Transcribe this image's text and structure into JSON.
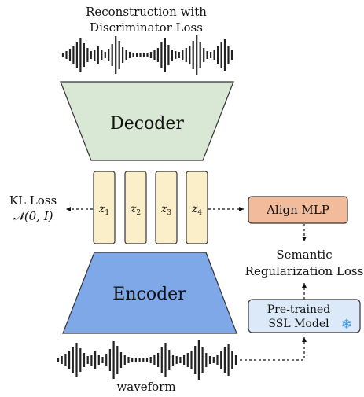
{
  "top_caption": [
    "Reconstruction with",
    "Discriminator Loss"
  ],
  "decoder": {
    "label": "Decoder",
    "fill": "#d8e8d5"
  },
  "encoder": {
    "label": "Encoder",
    "fill": "#7ea8e8"
  },
  "latents": {
    "fill": "#fbefc9",
    "items": [
      {
        "base": "z",
        "sub": "1"
      },
      {
        "base": "z",
        "sub": "2"
      },
      {
        "base": "z",
        "sub": "3"
      },
      {
        "base": "z",
        "sub": "4"
      }
    ]
  },
  "kl_loss": {
    "line1": "KL Loss",
    "line2": "𝒩(0, I)"
  },
  "align_mlp": {
    "label": "Align MLP",
    "fill": "#f2bb9c"
  },
  "semantic_loss": [
    "Semantic",
    "Regularization Loss"
  ],
  "ssl_model": {
    "line1": "Pre-trained",
    "line2": "SSL Model",
    "fill": "#dce9f8",
    "icon": "snowflake-icon",
    "icon_glyph": "❄",
    "icon_color": "#2f8fde"
  },
  "bottom_caption": "waveform"
}
